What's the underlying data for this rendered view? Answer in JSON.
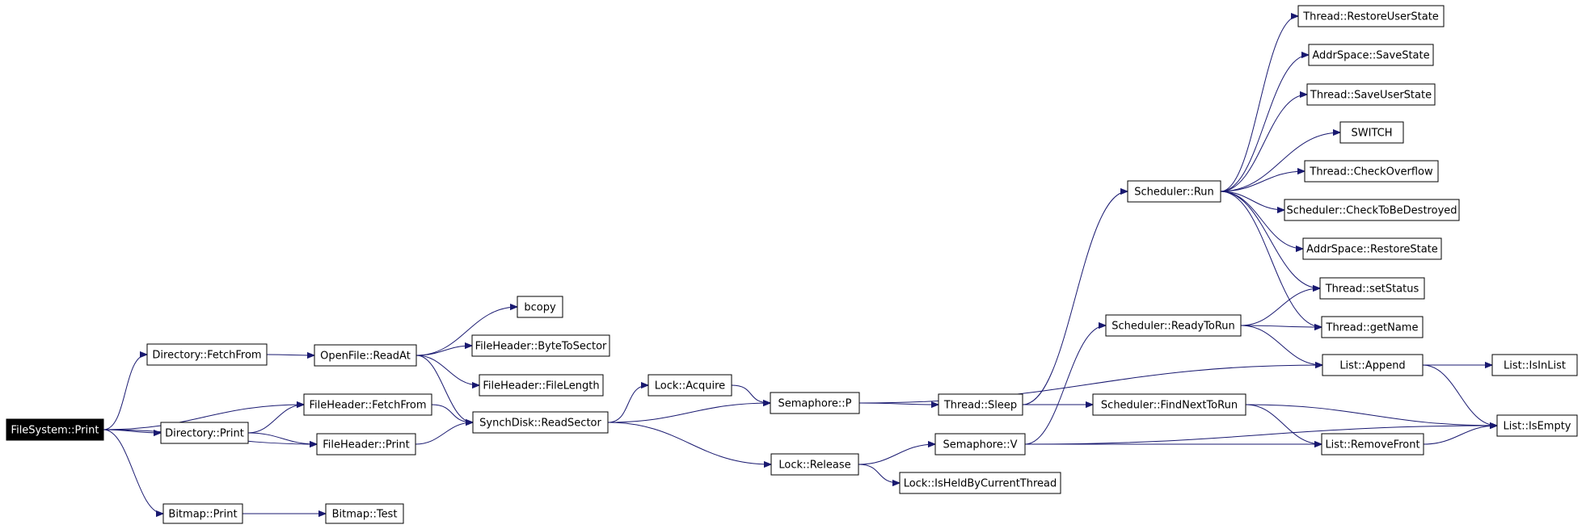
{
  "graph": {
    "edge_color": "#191970",
    "root_fill": "#000000",
    "nodes": [
      {
        "id": "fs_print",
        "label": "FileSystem::Print",
        "root": true
      },
      {
        "id": "dir_fetch",
        "label": "Directory::FetchFrom"
      },
      {
        "id": "fh_fetch",
        "label": "FileHeader::FetchFrom"
      },
      {
        "id": "dir_print",
        "label": "Directory::Print"
      },
      {
        "id": "fh_print",
        "label": "FileHeader::Print"
      },
      {
        "id": "bm_print",
        "label": "Bitmap::Print"
      },
      {
        "id": "of_readat",
        "label": "OpenFile::ReadAt"
      },
      {
        "id": "bm_test",
        "label": "Bitmap::Test"
      },
      {
        "id": "bcopy",
        "label": "bcopy"
      },
      {
        "id": "fh_b2s",
        "label": "FileHeader::ByteToSector"
      },
      {
        "id": "fh_len",
        "label": "FileHeader::FileLength"
      },
      {
        "id": "sd_read",
        "label": "SynchDisk::ReadSector"
      },
      {
        "id": "lock_acq",
        "label": "Lock::Acquire"
      },
      {
        "id": "lock_rel",
        "label": "Lock::Release"
      },
      {
        "id": "sem_p",
        "label": "Semaphore::P"
      },
      {
        "id": "sem_v",
        "label": "Semaphore::V"
      },
      {
        "id": "lock_held",
        "label": "Lock::IsHeldByCurrentThread"
      },
      {
        "id": "thr_sleep",
        "label": "Thread::Sleep"
      },
      {
        "id": "sch_run",
        "label": "Scheduler::Run"
      },
      {
        "id": "sch_ready",
        "label": "Scheduler::ReadyToRun"
      },
      {
        "id": "sch_next",
        "label": "Scheduler::FindNextToRun"
      },
      {
        "id": "thr_restore",
        "label": "Thread::RestoreUserState"
      },
      {
        "id": "as_save",
        "label": "AddrSpace::SaveState"
      },
      {
        "id": "thr_save",
        "label": "Thread::SaveUserState"
      },
      {
        "id": "switch",
        "label": "SWITCH"
      },
      {
        "id": "thr_check",
        "label": "Thread::CheckOverflow"
      },
      {
        "id": "sch_check",
        "label": "Scheduler::CheckToBeDestroyed"
      },
      {
        "id": "as_restore",
        "label": "AddrSpace::RestoreState"
      },
      {
        "id": "thr_status",
        "label": "Thread::setStatus"
      },
      {
        "id": "thr_name",
        "label": "Thread::getName"
      },
      {
        "id": "list_append",
        "label": "List::Append"
      },
      {
        "id": "list_remove",
        "label": "List::RemoveFront"
      },
      {
        "id": "list_isin",
        "label": "List::IsInList"
      },
      {
        "id": "list_empty",
        "label": "List::IsEmpty"
      }
    ],
    "edges": [
      [
        "fs_print",
        "dir_fetch"
      ],
      [
        "fs_print",
        "fh_fetch"
      ],
      [
        "fs_print",
        "dir_print"
      ],
      [
        "fs_print",
        "fh_print"
      ],
      [
        "fs_print",
        "bm_print"
      ],
      [
        "dir_fetch",
        "of_readat"
      ],
      [
        "dir_print",
        "fh_fetch"
      ],
      [
        "dir_print",
        "fh_print"
      ],
      [
        "bm_print",
        "bm_test"
      ],
      [
        "of_readat",
        "bcopy"
      ],
      [
        "of_readat",
        "fh_b2s"
      ],
      [
        "of_readat",
        "fh_len"
      ],
      [
        "of_readat",
        "sd_read"
      ],
      [
        "fh_fetch",
        "sd_read"
      ],
      [
        "fh_print",
        "sd_read"
      ],
      [
        "sd_read",
        "lock_acq"
      ],
      [
        "sd_read",
        "sem_p"
      ],
      [
        "sd_read",
        "lock_rel"
      ],
      [
        "lock_acq",
        "sem_p"
      ],
      [
        "lock_rel",
        "sem_v"
      ],
      [
        "lock_rel",
        "lock_held"
      ],
      [
        "sem_p",
        "list_append"
      ],
      [
        "sem_p",
        "thr_sleep"
      ],
      [
        "thr_sleep",
        "sch_run"
      ],
      [
        "thr_sleep",
        "sch_next"
      ],
      [
        "sem_v",
        "sch_ready"
      ],
      [
        "sem_v",
        "list_remove"
      ],
      [
        "sem_v",
        "list_empty"
      ],
      [
        "sch_run",
        "thr_restore"
      ],
      [
        "sch_run",
        "as_save"
      ],
      [
        "sch_run",
        "thr_save"
      ],
      [
        "sch_run",
        "switch"
      ],
      [
        "sch_run",
        "thr_check"
      ],
      [
        "sch_run",
        "sch_check"
      ],
      [
        "sch_run",
        "as_restore"
      ],
      [
        "sch_run",
        "thr_status"
      ],
      [
        "sch_run",
        "thr_name"
      ],
      [
        "sch_ready",
        "thr_status"
      ],
      [
        "sch_ready",
        "thr_name"
      ],
      [
        "sch_ready",
        "list_append"
      ],
      [
        "sch_next",
        "list_remove"
      ],
      [
        "sch_next",
        "list_empty"
      ],
      [
        "list_append",
        "list_isin"
      ],
      [
        "list_append",
        "list_empty"
      ],
      [
        "list_remove",
        "list_empty"
      ]
    ]
  }
}
